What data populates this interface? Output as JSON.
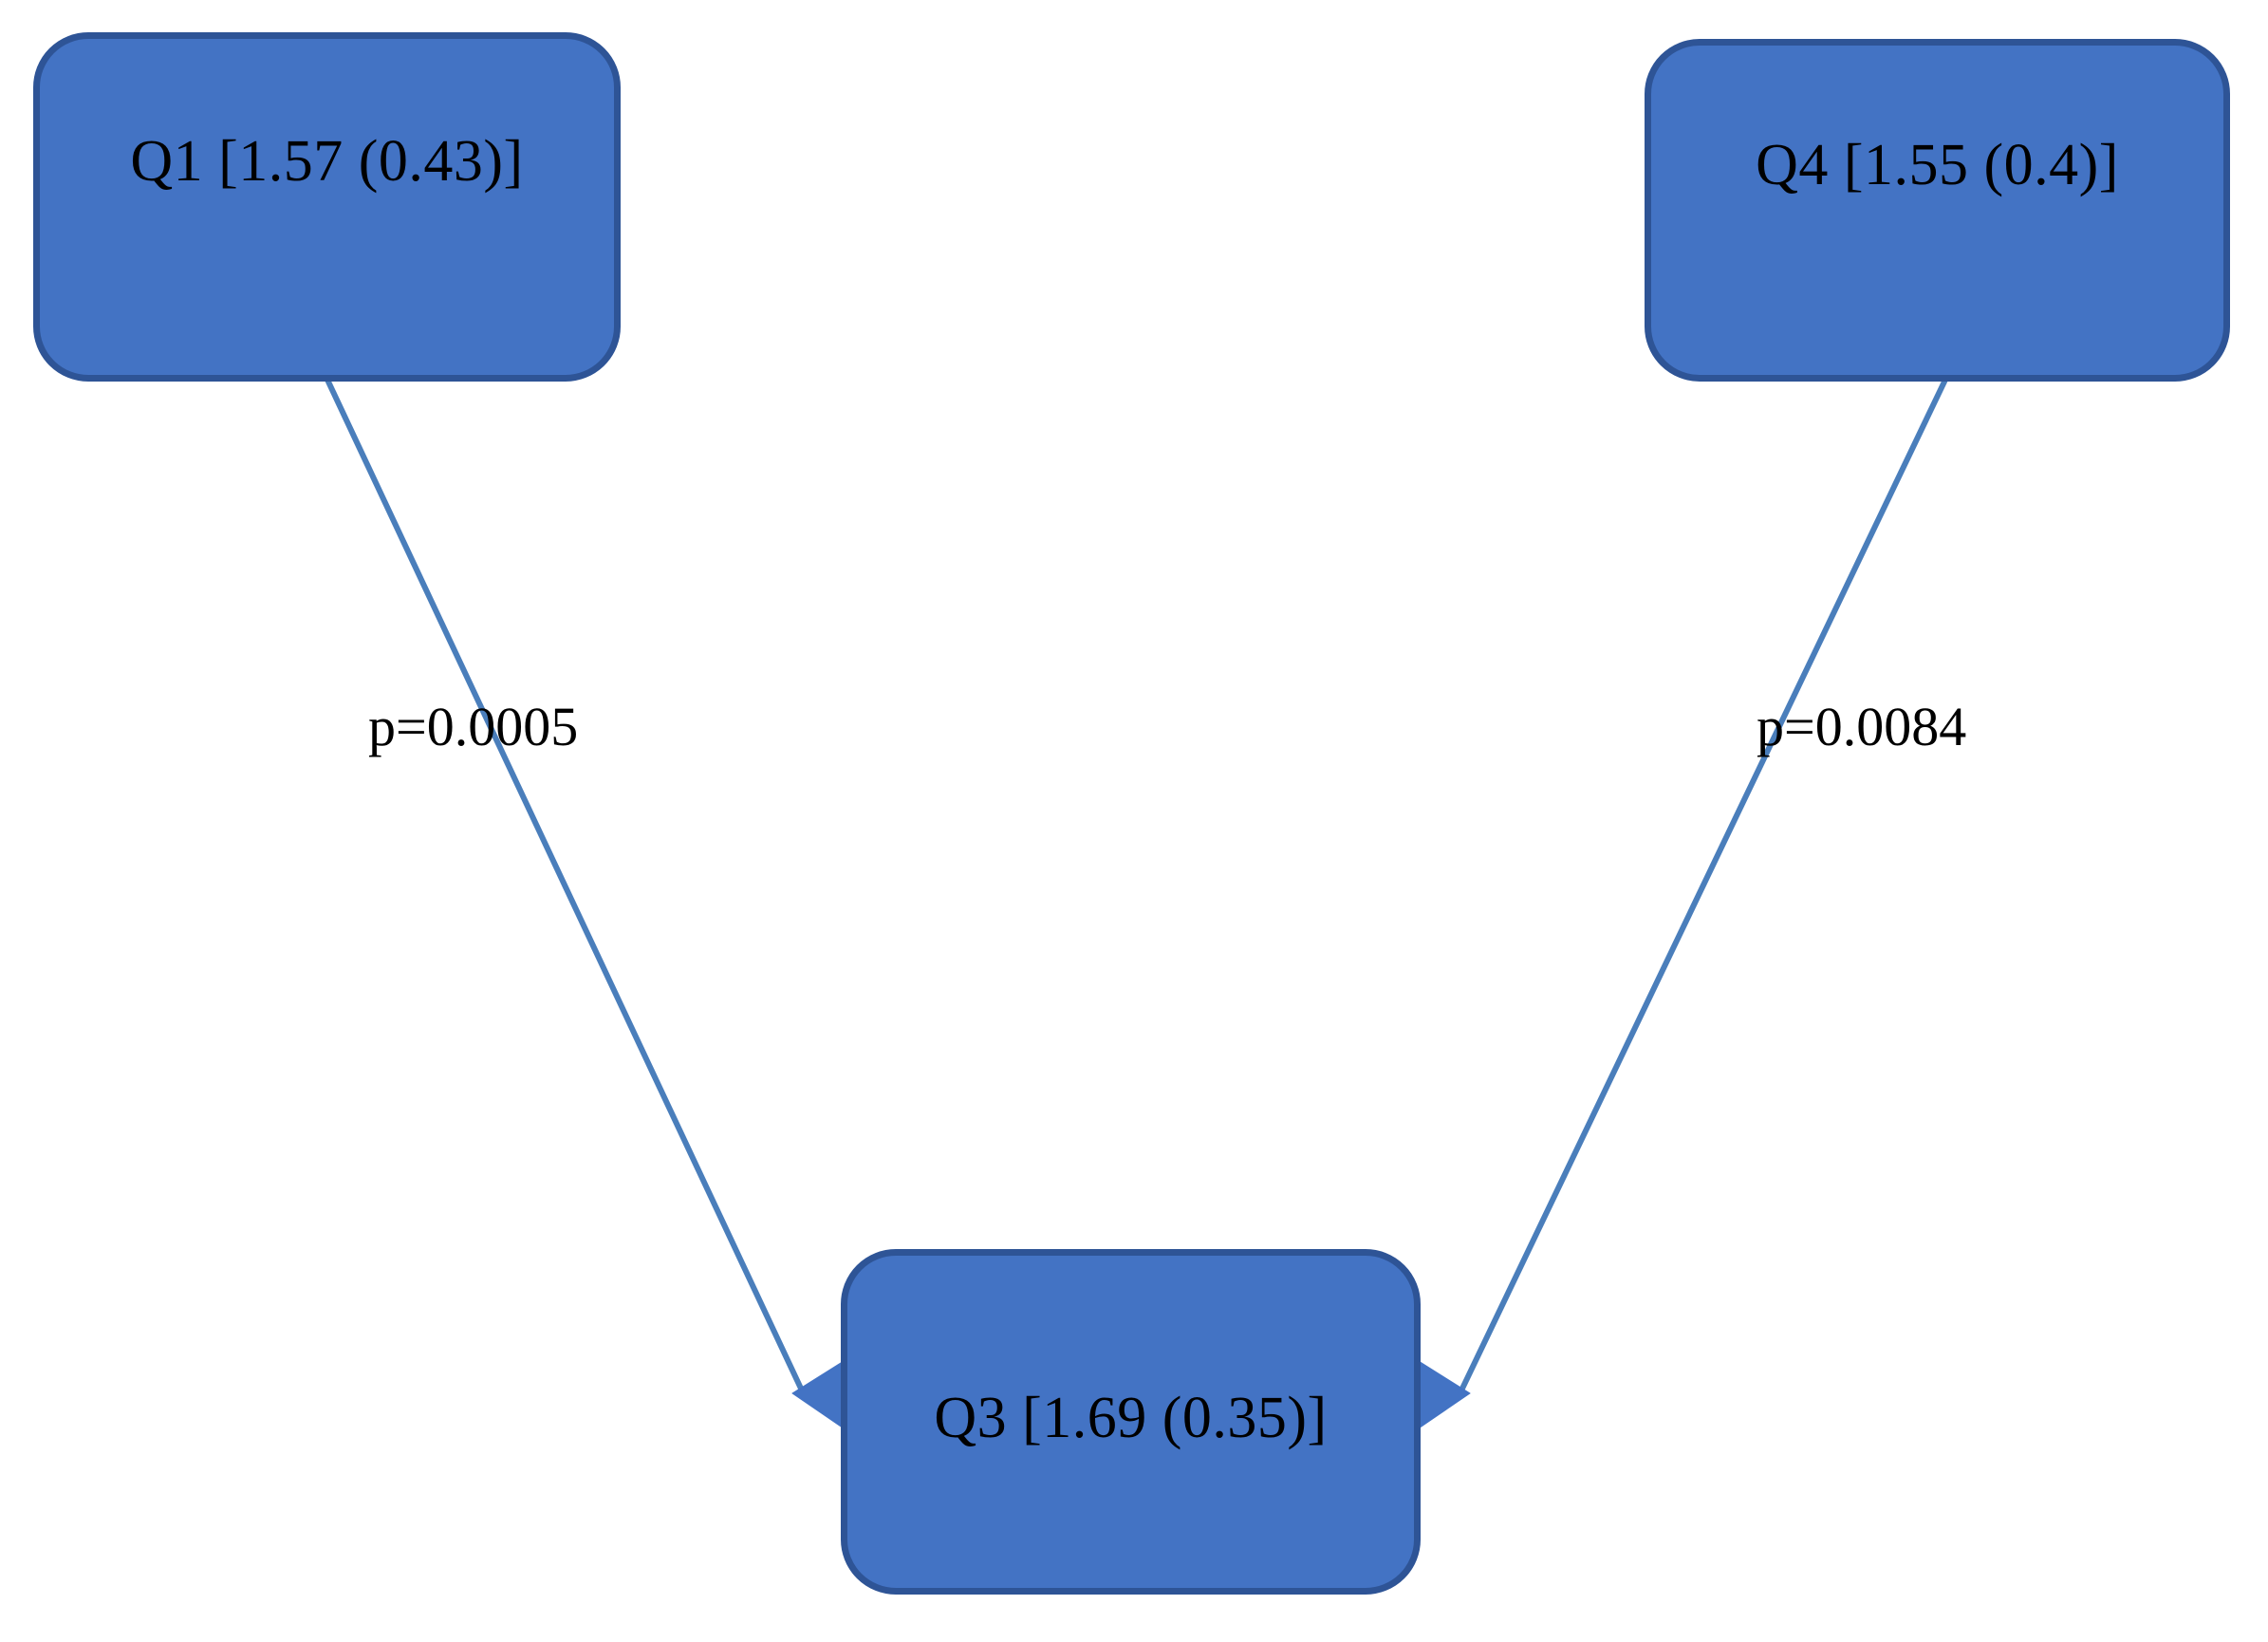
{
  "diagram": {
    "type": "path-diagram",
    "title": "",
    "background_color": "#FFFFFF",
    "node_fill_color": "#4373C4",
    "node_border_color": "#2E5496",
    "edge_color": "#4A7EBB",
    "text_color": "#000000",
    "nodes": [
      {
        "id": "q1",
        "label": "Q1 [1.57 (0.43)]",
        "variable": "Q1",
        "mean": 1.57,
        "sd": 0.43,
        "position": "top-left"
      },
      {
        "id": "q4",
        "label": "Q4 [1.55 (0.4)]",
        "variable": "Q4",
        "mean": 1.55,
        "sd": 0.4,
        "position": "top-right"
      },
      {
        "id": "q3",
        "label": "Q3 [1.69 (0.35)]",
        "variable": "Q3",
        "mean": 1.69,
        "sd": 0.35,
        "position": "bottom-center"
      }
    ],
    "edges": [
      {
        "id": "q1-q3",
        "from": "q1",
        "to": "q3",
        "label": "p=0.0005",
        "p_value": 0.0005,
        "arrow": "to-target"
      },
      {
        "id": "q4-q3",
        "from": "q4",
        "to": "q3",
        "label": "p=0.0084",
        "p_value": 0.0084,
        "arrow": "to-target"
      }
    ]
  }
}
